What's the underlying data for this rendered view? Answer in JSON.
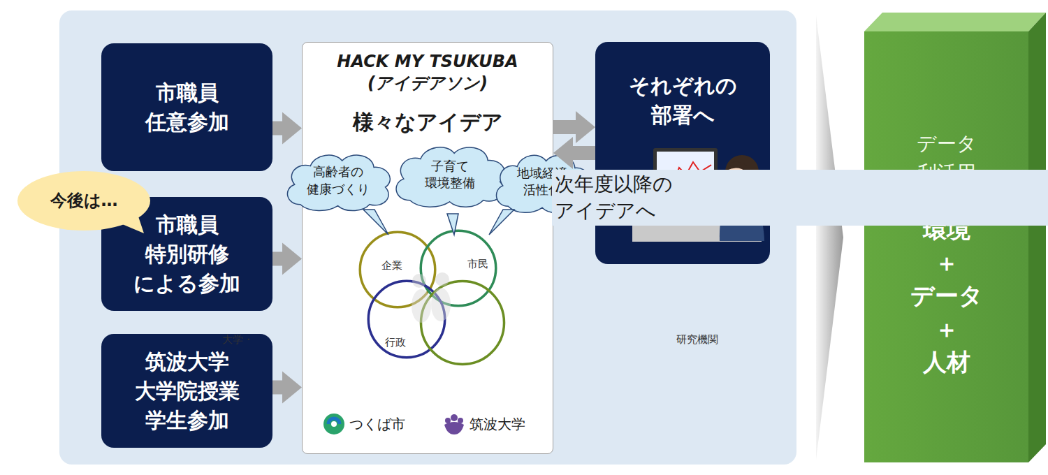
{
  "diagram": {
    "nodes": [
      {
        "text": [
          "市職員 任意参加"
        ]
      },
      {
        "text": [
          "今後は…"
        ]
      },
      {
        "text": [
          "市職員 特別研修 による参加"
        ]
      },
      {
        "text": [
          "筑波大学 大学院授業 学生参加"
        ]
      },
      {
        "text": [
          "HACK MY TSUKUBA (アイデアソン)",
          "様々なアイデア"
        ]
      },
      {
        "text": [
          "高齢者の 健康づくり"
        ],
        "in": 4
      },
      {
        "text": [
          "子育て 環境整備"
        ],
        "in": 4
      },
      {
        "text": [
          "地域経済 活性化"
        ],
        "in": 4
      },
      {
        "text": [
          "企業"
        ],
        "in": 4
      },
      {
        "text": [
          "市民"
        ],
        "in": 4
      },
      {
        "text": [
          "行政"
        ],
        "in": 4
      },
      {
        "text": [
          "大学・ 研究機関"
        ],
        "in": 4
      },
      {
        "text": [
          "それぞれの 部署へ"
        ]
      },
      {
        "text": [
          "データ 利活用",
          "環境 ＋ データ ＋ 人材"
        ]
      }
    ],
    "edges": [
      {
        "from": 0,
        "to": 4,
        "arrow": "to"
      },
      {
        "from": 2,
        "to": 4,
        "arrow": "to"
      },
      {
        "from": 3,
        "to": 4,
        "arrow": "to"
      },
      {
        "from": 4,
        "to": 12,
        "arrow": "to"
      },
      {
        "from": 12,
        "to": 4,
        "arrow": "to",
        "label": "次年度以降の アイデアへ"
      }
    ],
    "labels": [
      "つくば市",
      "筑波大学"
    ]
  }
}
